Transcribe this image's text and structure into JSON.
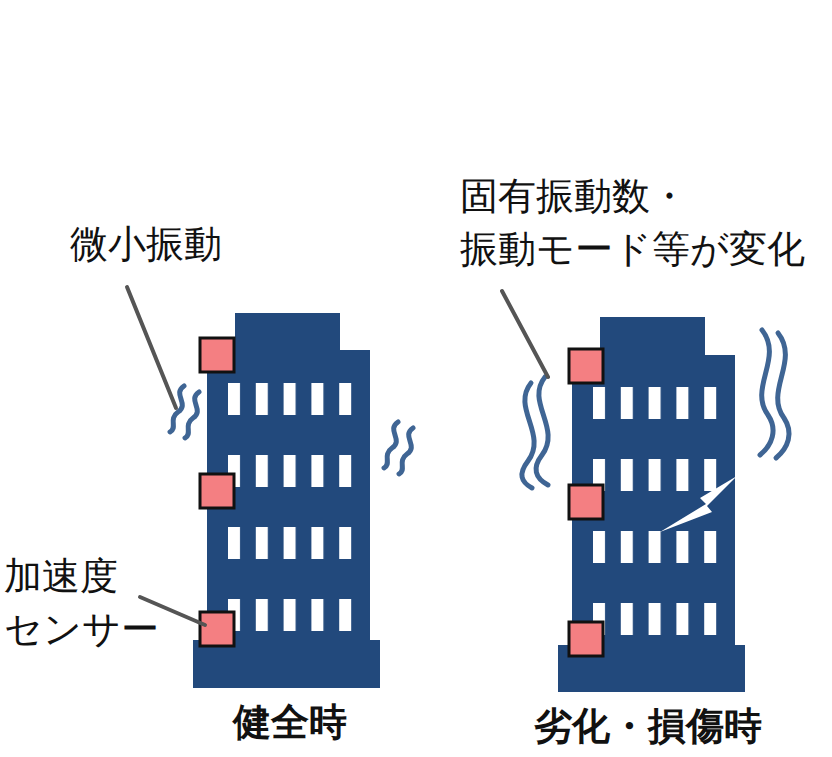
{
  "diagram": {
    "labels": [
      "微小振動",
      "固有振動数・ 振動モード等が変化",
      "加速度 センサー",
      "健全時",
      "劣化・損傷時"
    ]
  }
}
